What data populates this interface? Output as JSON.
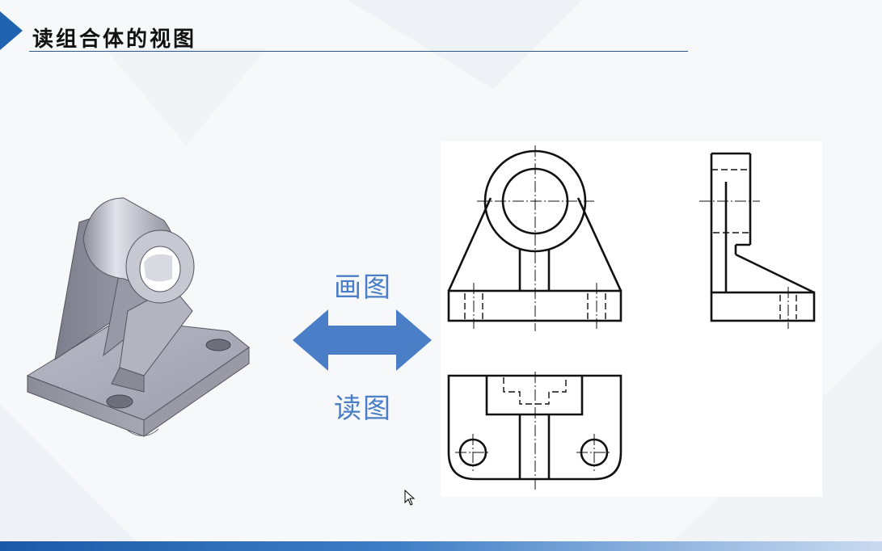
{
  "header": {
    "title": "读组合体的视图"
  },
  "arrow_labels": {
    "top": "画图",
    "bottom": "读图"
  },
  "colors": {
    "accent": "#1f63b0",
    "label": "#4a7ec6",
    "arrow": "#4a7ec6",
    "line": "#111111"
  },
  "icons": {
    "cursor": "mouse-pointer-icon"
  }
}
